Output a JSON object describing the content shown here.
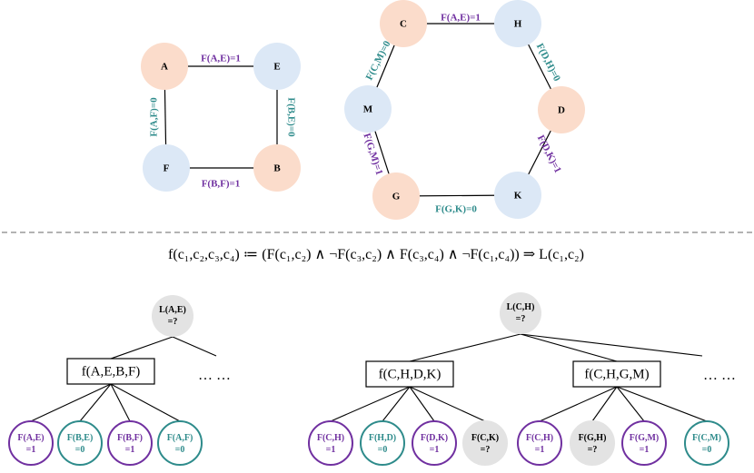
{
  "colors": {
    "orange_node": "#fbdccb",
    "blue_node": "#dce8f6",
    "gray_node": "#e3e3e3",
    "purple": "#7030a0",
    "teal": "#2e8b8b",
    "edge": "#000000",
    "separator": "#9a9a9a"
  },
  "graph1": {
    "nodes": [
      {
        "id": "A",
        "label": "A",
        "color": "orange"
      },
      {
        "id": "E",
        "label": "E",
        "color": "blue"
      },
      {
        "id": "F",
        "label": "F",
        "color": "blue"
      },
      {
        "id": "B",
        "label": "B",
        "color": "orange"
      }
    ],
    "edges": [
      {
        "from": "A",
        "to": "E",
        "label": "F(A,E)=1",
        "value": 1
      },
      {
        "from": "E",
        "to": "B",
        "label": "F(B,E)=0",
        "value": 0
      },
      {
        "from": "F",
        "to": "B",
        "label": "F(B,F)=1",
        "value": 1
      },
      {
        "from": "A",
        "to": "F",
        "label": "F(A,F)=0",
        "value": 0
      }
    ]
  },
  "graph2": {
    "nodes": [
      {
        "id": "C",
        "label": "C",
        "color": "orange"
      },
      {
        "id": "H",
        "label": "H",
        "color": "blue"
      },
      {
        "id": "D",
        "label": "D",
        "color": "orange"
      },
      {
        "id": "K",
        "label": "K",
        "color": "blue"
      },
      {
        "id": "G",
        "label": "G",
        "color": "orange"
      },
      {
        "id": "M",
        "label": "M",
        "color": "blue"
      }
    ],
    "edges": [
      {
        "from": "C",
        "to": "H",
        "label": "F(A,E)=1",
        "value": 1
      },
      {
        "from": "H",
        "to": "D",
        "label": "F(D,H)=0",
        "value": 0
      },
      {
        "from": "D",
        "to": "K",
        "label": "F(D,K)=1",
        "value": 1
      },
      {
        "from": "G",
        "to": "K",
        "label": "F(G,K)=0",
        "value": 0
      },
      {
        "from": "M",
        "to": "G",
        "label": "F(G,M)=1",
        "value": 1
      },
      {
        "from": "C",
        "to": "M",
        "label": "F(C,M)=0",
        "value": 0
      }
    ]
  },
  "formula": "f(c₁,c₂,c₃,c₄) ≔ (F(c₁,c₂) ∧ ¬F(c₃,c₂) ∧ F(c₃,c₄)  ∧ ¬F(c₁,c₄)) ⇒ L(c₁,c₂)",
  "tree1": {
    "root": {
      "line1": "L(A,E)",
      "line2": "=?"
    },
    "boxes": [
      {
        "label": "f(A,E,B,F)"
      }
    ],
    "ellipsis": "… …",
    "leaves": [
      {
        "line1": "F(A,E)",
        "line2": "=1",
        "kind": "purple"
      },
      {
        "line1": "F(B,E)",
        "line2": "=0",
        "kind": "teal"
      },
      {
        "line1": "F(B,F)",
        "line2": "=1",
        "kind": "purple"
      },
      {
        "line1": "F(A,F)",
        "line2": "=0",
        "kind": "teal"
      }
    ]
  },
  "tree2": {
    "root": {
      "line1": "L(C,H)",
      "line2": "=?"
    },
    "boxes": [
      {
        "label": "f(C,H,D,K)"
      },
      {
        "label": "f(C,H,G,M)"
      }
    ],
    "ellipsis": "… …",
    "leaves_box1": [
      {
        "line1": "F(C,H)",
        "line2": "=1",
        "kind": "purple"
      },
      {
        "line1": "F(H,D)",
        "line2": "=0",
        "kind": "teal"
      },
      {
        "line1": "F(D,K)",
        "line2": "=1",
        "kind": "purple"
      },
      {
        "line1": "F(C,K)",
        "line2": "=?",
        "kind": "gray"
      }
    ],
    "leaves_box2": [
      {
        "line1": "F(C,H)",
        "line2": "=1",
        "kind": "purple"
      },
      {
        "line1": "F(G,H)",
        "line2": "=?",
        "kind": "gray"
      },
      {
        "line1": "F(G,M)",
        "line2": "=1",
        "kind": "purple"
      },
      {
        "line1": "F(C,M)",
        "line2": "=0",
        "kind": "teal"
      }
    ]
  }
}
